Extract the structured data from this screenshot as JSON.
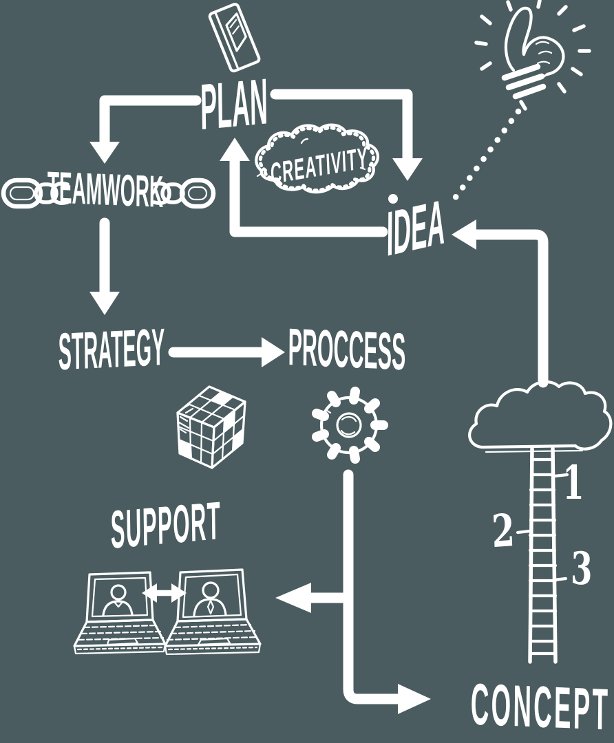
{
  "colors": {
    "background": "#4A5C60",
    "ink": "#FFFFFF"
  },
  "nodes": {
    "plan": "PLAN",
    "teamwork": "TEAMWORK",
    "creativity": "CREATIVITY",
    "idea": "IDEA",
    "strategy": "STRATEGY",
    "proccess": "PROCCESS",
    "support": "SUPPORT",
    "concept": "CONCEPT"
  },
  "ladder": {
    "step_1": "1",
    "step_2": "2",
    "step_3": "3"
  },
  "icons": {
    "book": "book-icon",
    "lightbulb_hand": "lightbulb-hand-icon",
    "chain_left": "chain-links-left-icon",
    "chain_right": "chain-links-right-icon",
    "creativity_cloud": "scribble-cloud-icon",
    "rubiks_cube": "rubiks-cube-icon",
    "gear": "gear-icon",
    "laptop_left": "laptop-person-icon",
    "laptop_right": "laptop-person-icon",
    "concept_cloud_ladder": "cloud-with-ladder-icon"
  },
  "edges": [
    {
      "from": "plan",
      "to": "teamwork"
    },
    {
      "from": "plan",
      "to": "idea"
    },
    {
      "from": "idea",
      "to": "plan"
    },
    {
      "from": "teamwork",
      "to": "strategy"
    },
    {
      "from": "strategy",
      "to": "proccess"
    },
    {
      "from": "proccess",
      "to": "support"
    },
    {
      "from": "proccess",
      "to": "concept"
    },
    {
      "from": "concept",
      "to": "idea"
    },
    {
      "from": "lightbulb_hand",
      "to": "idea"
    },
    {
      "from": "laptop_left",
      "to": "laptop_right"
    }
  ]
}
